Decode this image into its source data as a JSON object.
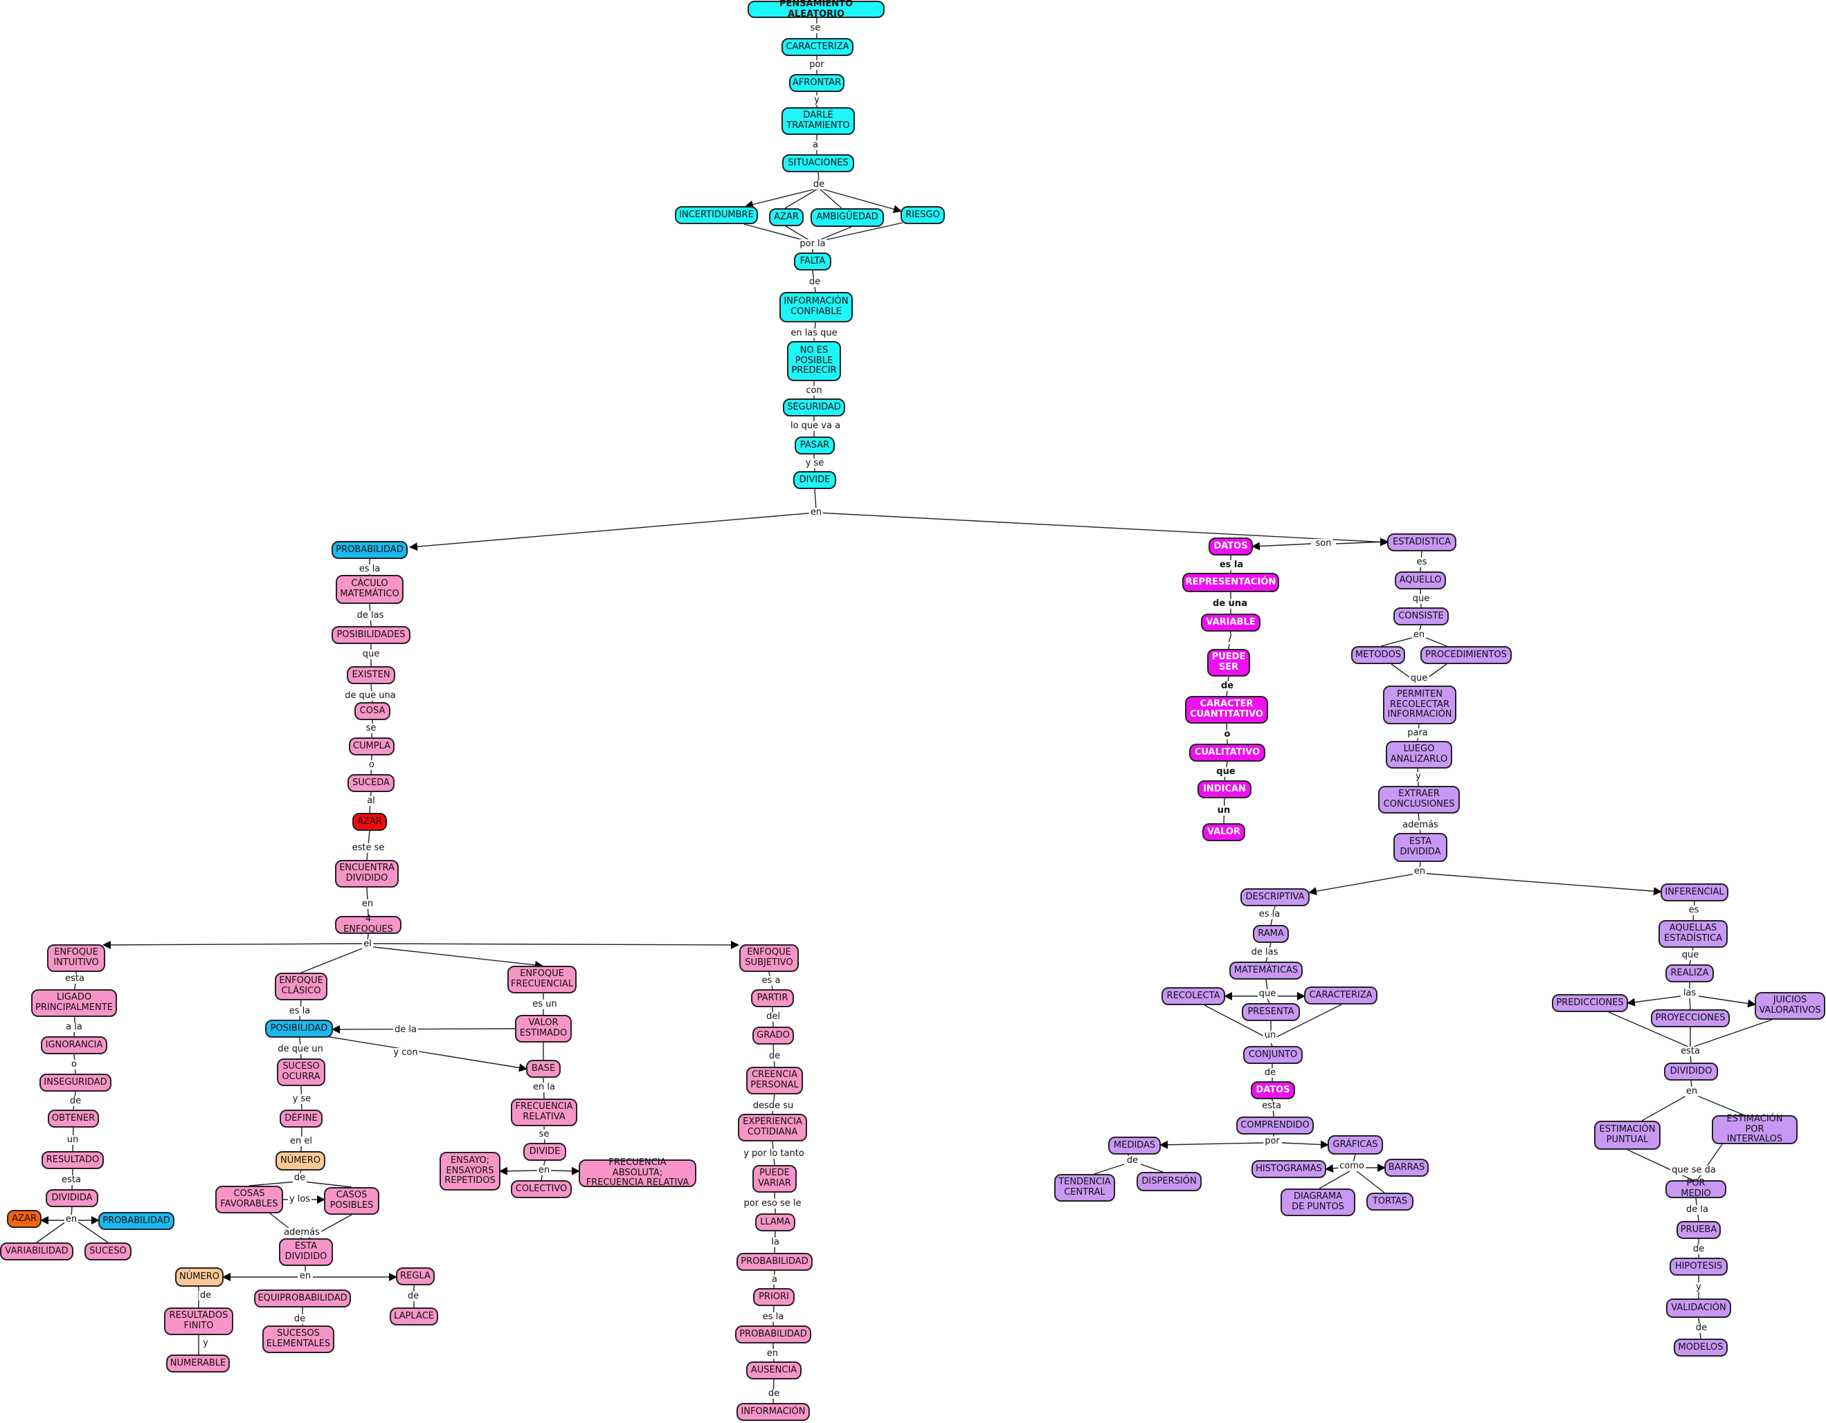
{
  "nodes": {
    "pensamiento": "PENSAMIENTO ALEATORIO",
    "caracteriza": "CARACTERIZA",
    "afrontar": "AFRONTAR",
    "darle": "DARLE TRATAMIENTO",
    "situaciones": "SITUACIONES",
    "incertidumbre": "INCERTIDUMBRE",
    "azar_top": "AZAR",
    "ambiguedad": "AMBIGÜEDAD",
    "riesgo": "RIESGO",
    "falta": "FALTA",
    "informacion_confiable": "INFORMACIÓN CONFIABLE",
    "no_es_posible": "NO ES POSIBLE PREDECIR",
    "seguridad": "SEGURIDAD",
    "pasar": "PASAR",
    "divide": "DIVIDE",
    "probabilidad": "PROBABILIDAD",
    "calculo": "CÁCULO MATEMÁTICO",
    "posibilidades": "POSIBILIDADES",
    "existen": "EXISTEN",
    "cosa": "COSA",
    "cumpla": "CUMPLA",
    "suceda": "SUCEDA",
    "azar_red": "AZAR",
    "encuentra": "ENCUENTRA DIVIDIDO",
    "enfoques4": "4 ENFOQUES",
    "enf_intuitivo": "ENFOQUE INTUITIVO",
    "ligado": "LIGADO PRINCIPALMENTE",
    "ignorancia": "IGNORANCIA",
    "inseguridad": "INSEGURIDAD",
    "obtener": "OBTENER",
    "resultado": "RESULTADO",
    "dividida": "DIVIDIDA",
    "azar_orange": "AZAR",
    "probabilidad_small": "PROBABILIDAD",
    "variabilidad": "VARIABILIDAD",
    "suceso": "SUCESO",
    "enf_clasico": "ENFOQUE CLÁSICO",
    "posibilidad": "POSIBILIDAD",
    "suceso_ocurra": "SUCESO OCURRA",
    "define": "DÉFINE",
    "numero": "NÚMERO",
    "cosas_favorables": "COSAS FAVORABLES",
    "casos_posibles": "CASOS POSIBLES",
    "esta_dividido_l": "ESTA DIVIDIDO",
    "numero2": "NÚMERO",
    "regla": "REGLA",
    "resultados_finito": "RESULTADOS FINITO",
    "numerable": "NUMERABLE",
    "equiprobabilidad": "EQUIPROBABILIDAD",
    "sucesos_elementales": "SUCESOS ELEMENTALES",
    "laplace": "LAPLACE",
    "enf_frecuencial": "ENFOQUE FRECUENCIAL",
    "valor_estimado": "VALOR ESTIMADO",
    "base": "BASE",
    "frecuencia_relativa": "FRECUENCIA RELATIVA",
    "divide2": "DIVIDE",
    "ensayos": "ENSAYO; ENSAYORS REPETIDOS",
    "colectivo": "COLECTIVO",
    "frec_abs": "FRECUENCIA ABSOLUTA; FRECUENCIA RELATIVA",
    "enf_subjetivo": "ENFOQUE SUBJETIVO",
    "partir": "PARTIR",
    "grado": "GRADO",
    "creencia": "CREENCIA PERSONAL",
    "experiencia": "EXPERIENCIA COTIDIANA",
    "puede_variar": "PUEDE VARIAR",
    "llama": "LLAMA",
    "probabilidad_sub": "PROBABILIDAD",
    "priori": "PRIORI",
    "probabilidad_sub2": "PROBABILIDAD",
    "ausencia": "AUSENCIA",
    "informacion": "INFORMACIÓN",
    "datos": "DATOS",
    "representacion": "REPRESENTACIÓN",
    "variable": "VARIABLE",
    "puede_ser": "PUEDE SER",
    "cuantitativo": "CARACTER CUANTITATIVO",
    "cualitativo": "CUALITATIVO",
    "indican": "INDICAN",
    "valor": "VALOR",
    "estadistica": "ESTADISTICA",
    "aquello": "AQUELLO",
    "consiste": "CONSISTE",
    "metodos": "METODOS",
    "procedimientos": "PROCEDIMIENTOS",
    "permiten": "PERMITEN RECOLECTAR INFORMACIÓN",
    "luego": "LUEGO ANALIZARLO",
    "extraer": "EXTRAER CONCLUSIONES",
    "esta_dividida": "ESTA DIVIDIDA",
    "descriptiva": "DESCRIPTIVA",
    "rama": "RAMA",
    "matematicas": "MATEMÁTICAS",
    "recolecta": "RECOLECTA",
    "caracteriza2": "CARACTERIZA",
    "presenta": "PRESENTA",
    "conjunto": "CONJUNTO",
    "datos2": "DATOS",
    "comprendido": "COMPRENDIDO",
    "medidas": "MEDIDAS",
    "graficas": "GRÁFICAS",
    "tendencia": "TENDENCIA CENTRAL",
    "dispersion": "DISPERSIÓN",
    "histogramas": "HISTOGRAMAS",
    "barras": "BARRAS",
    "diagrama_puntos": "DIAGRAMA DE PUNTOS",
    "tortas": "TORTAS",
    "inferencial": "INFERENCIAL",
    "aquellas": "AQUELLAS ESTADÍSTICA",
    "realiza": "REALIZA",
    "predicciones": "PREDICCIONES",
    "proyecciones": "PROYECCIONES",
    "juicios": "JUICIOS VALORATIVOS",
    "dividido_r": "DIVIDIDO",
    "est_puntual": "ESTIMACIÓN PUNTUAL",
    "est_intervalos": "ESTIMACIÓN POR INTERVALOS",
    "por_medio": "POR MEDIO",
    "prueba": "PRUEBA",
    "hipotesis": "HIPOTESIS",
    "validacion": "VALIDACIÓN",
    "modelos": "MODELOS"
  },
  "labels": {
    "se": "se",
    "por": "por",
    "y": "y",
    "a": "a",
    "de": "de",
    "por_la": "por la",
    "en_las_que": "en las que",
    "con": "con",
    "lo_que_va_a": "lo que va a",
    "y_se": "y se",
    "en": "en",
    "es_la": "es la",
    "de_las": "de las",
    "que": "que",
    "de_que_una": "de que una",
    "o": "o",
    "al": "al",
    "este_se": "este se",
    "el": "el",
    "esta": "esta",
    "a_la": "a la",
    "un": "un",
    "es_un": "es un",
    "de_la": "de la",
    "y_con": "y con",
    "de_que_un": "de que un",
    "en_el": "en el",
    "y_los": "y los",
    "ademas": "además",
    "en_la": "en la",
    "es_a": "es a",
    "del": "del",
    "desde_su": "desde su",
    "y_por_lo_tanto": "y por lo tanto",
    "por_eso_se_le": "por eso se le",
    "la": "la",
    "son": "son",
    "de_una": "de una",
    "slash": "/",
    "es": "es",
    "para": "para",
    "como": "como",
    "las": "las",
    "que_se_da": "que se da",
    "dot": "."
  }
}
